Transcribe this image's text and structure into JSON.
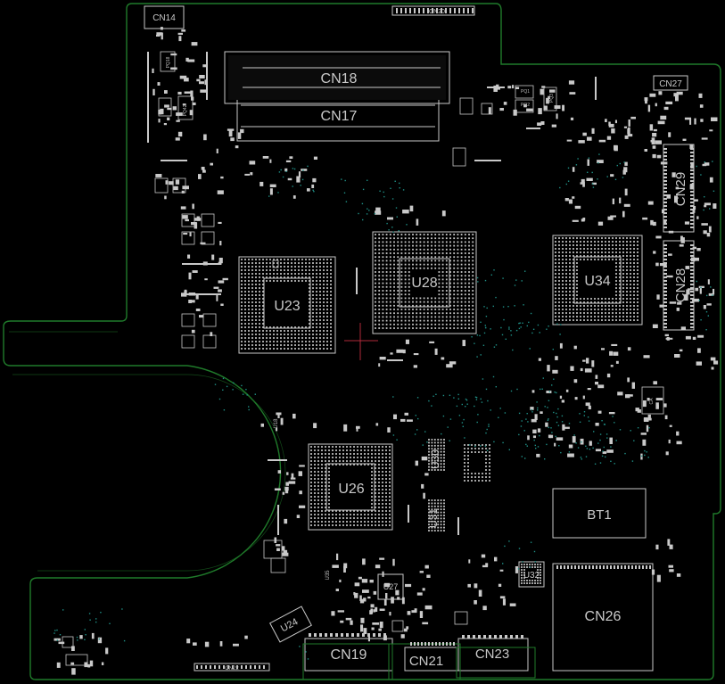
{
  "board": {
    "colors": {
      "background": "#000000",
      "outline": "#1f7a2a",
      "silkscreen": "#c9c9c9",
      "vias": "#1f8f86",
      "marker": "#b02a3a"
    }
  },
  "labels": {
    "cn14": "CN14",
    "cn18": "CN18",
    "cn17": "CN17",
    "cn27": "CN27",
    "cn29": "CN29",
    "cn28": "CN28",
    "cn26": "CN26",
    "cn19": "CN19",
    "cn21": "CN21",
    "cn23": "CN23",
    "cn20": "CN20",
    "cn22": "CN22",
    "u23": "U23",
    "u28": "U28",
    "u34": "U34",
    "u26": "U26",
    "u30": "U30",
    "u31": "U31",
    "u27": "U27",
    "u32": "U32",
    "u24": "U24",
    "u35": "U35",
    "u18": "U18",
    "bt1": "BT1",
    "pq1": "PQ1",
    "pq2": "PQ2",
    "pq3": "PQ3",
    "pq18": "PQ18",
    "pq42": "PQ42",
    "ca": "CA"
  }
}
